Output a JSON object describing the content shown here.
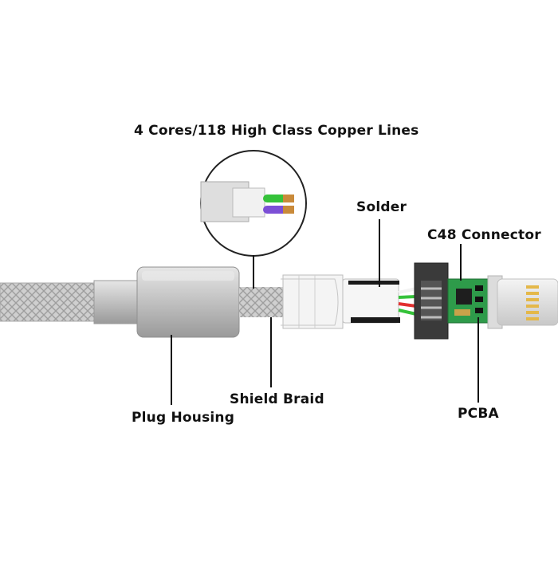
{
  "diagram": {
    "labels": {
      "copper_lines": "4 Cores/118 High Class Copper Lines",
      "solder": "Solder",
      "c48_connector": "C48 Connector",
      "pcba": "PCBA",
      "shield_braid": "Shield Braid",
      "plug_housing": "Plug Housing"
    },
    "colors": {
      "housing": "#bdbdbd",
      "braid": "#c8c8c8",
      "connector_dark": "#3a3a3a",
      "pcb_green": "#2e9b4a",
      "wire_green": "#35c23a",
      "wire_red": "#e23030",
      "wire_white": "#f2f2f2",
      "wire_purple": "#7c4fd6",
      "copper": "#c98a3a",
      "leader_line": "#111111"
    }
  }
}
